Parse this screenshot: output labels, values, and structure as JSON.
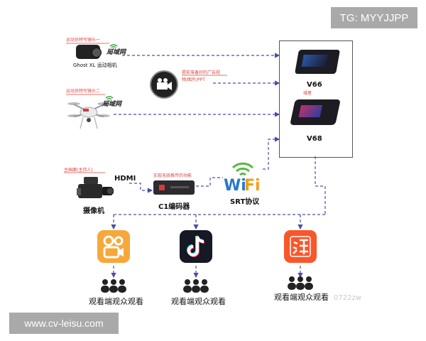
{
  "watermarks": {
    "top_right": "TG: MYYJJPP",
    "bottom_left": "www.cv-leisu.com",
    "faint_id": "0722zw"
  },
  "sources": {
    "sport_cam_caption": "运动员特写镜头一",
    "sport_cam_label": "Ghost XL 运动相机",
    "drone_caption": "运动员特写镜头二",
    "network_badge": "局域网",
    "ad_caption_1": "提前准备好的广告视",
    "ad_caption_2": "频/图片/PPT",
    "camera_caption": "主画面(主持人)",
    "camera_label": "摄像机",
    "hdmi_label": "HDMI",
    "encoder_caption": "实现无线推传的功能",
    "encoder_label": "C1编码器",
    "wifi_label": "SRT协议"
  },
  "switchers": {
    "v66_label": "V66",
    "v68_caption": "域者",
    "v68_label": "V68"
  },
  "outputs": [
    {
      "label": "观看端观众观看"
    },
    {
      "label": "观看端观众观看"
    },
    {
      "label": "观看端观众观看"
    }
  ],
  "colors": {
    "wire": "#4a4fa8",
    "kuaishou": "#f7a83a",
    "douyin": "#161823",
    "taobao": "#f8572b",
    "wifi_green": "#58b947",
    "wifi_blue": "#2a78c9",
    "wifi_orange": "#f59d1a"
  }
}
